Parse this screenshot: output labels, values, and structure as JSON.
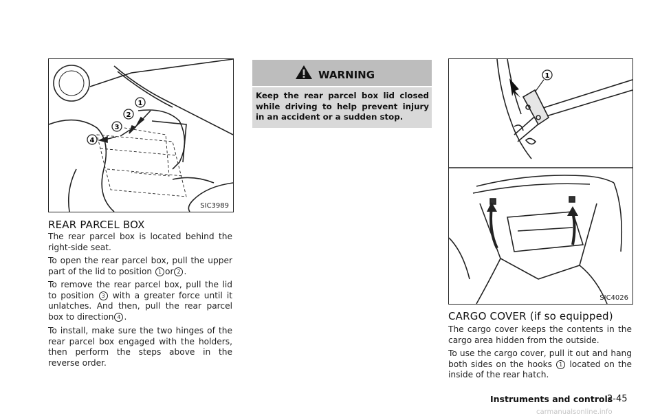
{
  "figures": {
    "fig1_code": "SIC3989",
    "fig2_code": "SIC4026",
    "fig1_callouts": [
      "1",
      "2",
      "3",
      "4"
    ],
    "fig2_callout": "1"
  },
  "rear_parcel_box": {
    "heading": "REAR PARCEL BOX",
    "p1": "The rear parcel box is located behind the right-side seat.",
    "p2_a": "To open the rear parcel box, pull the upper part of the lid to position",
    "p2_c1": "1",
    "p2_b": "or",
    "p2_c2": "2",
    "p2_end": ".",
    "p3_a": "To remove the rear parcel box, pull the lid to position",
    "p3_c3": "3",
    "p3_b": "with a greater force until it unlatches. And then, pull the rear parcel box to direction",
    "p3_c4": "4",
    "p3_end": ".",
    "p4": "To install, make sure the two hinges of the rear parcel box engaged with the holders, then perform the steps above in the reverse order."
  },
  "warning": {
    "title": "WARNING",
    "text": "Keep the rear parcel box lid closed while driving to help prevent injury in an accident or a sudden stop."
  },
  "cargo_cover": {
    "heading": "CARGO COVER (if so equipped)",
    "p1": "The cargo cover keeps the contents in the cargo area hidden from the outside.",
    "p2_a": "To use the cargo cover, pull it out and hang both sides on the hooks",
    "p2_c1": "1",
    "p2_b": "located on the inside of the rear hatch."
  },
  "footer": {
    "section": "Instruments and controls",
    "page": "2-45"
  },
  "watermark": "carmanualsonline.info"
}
